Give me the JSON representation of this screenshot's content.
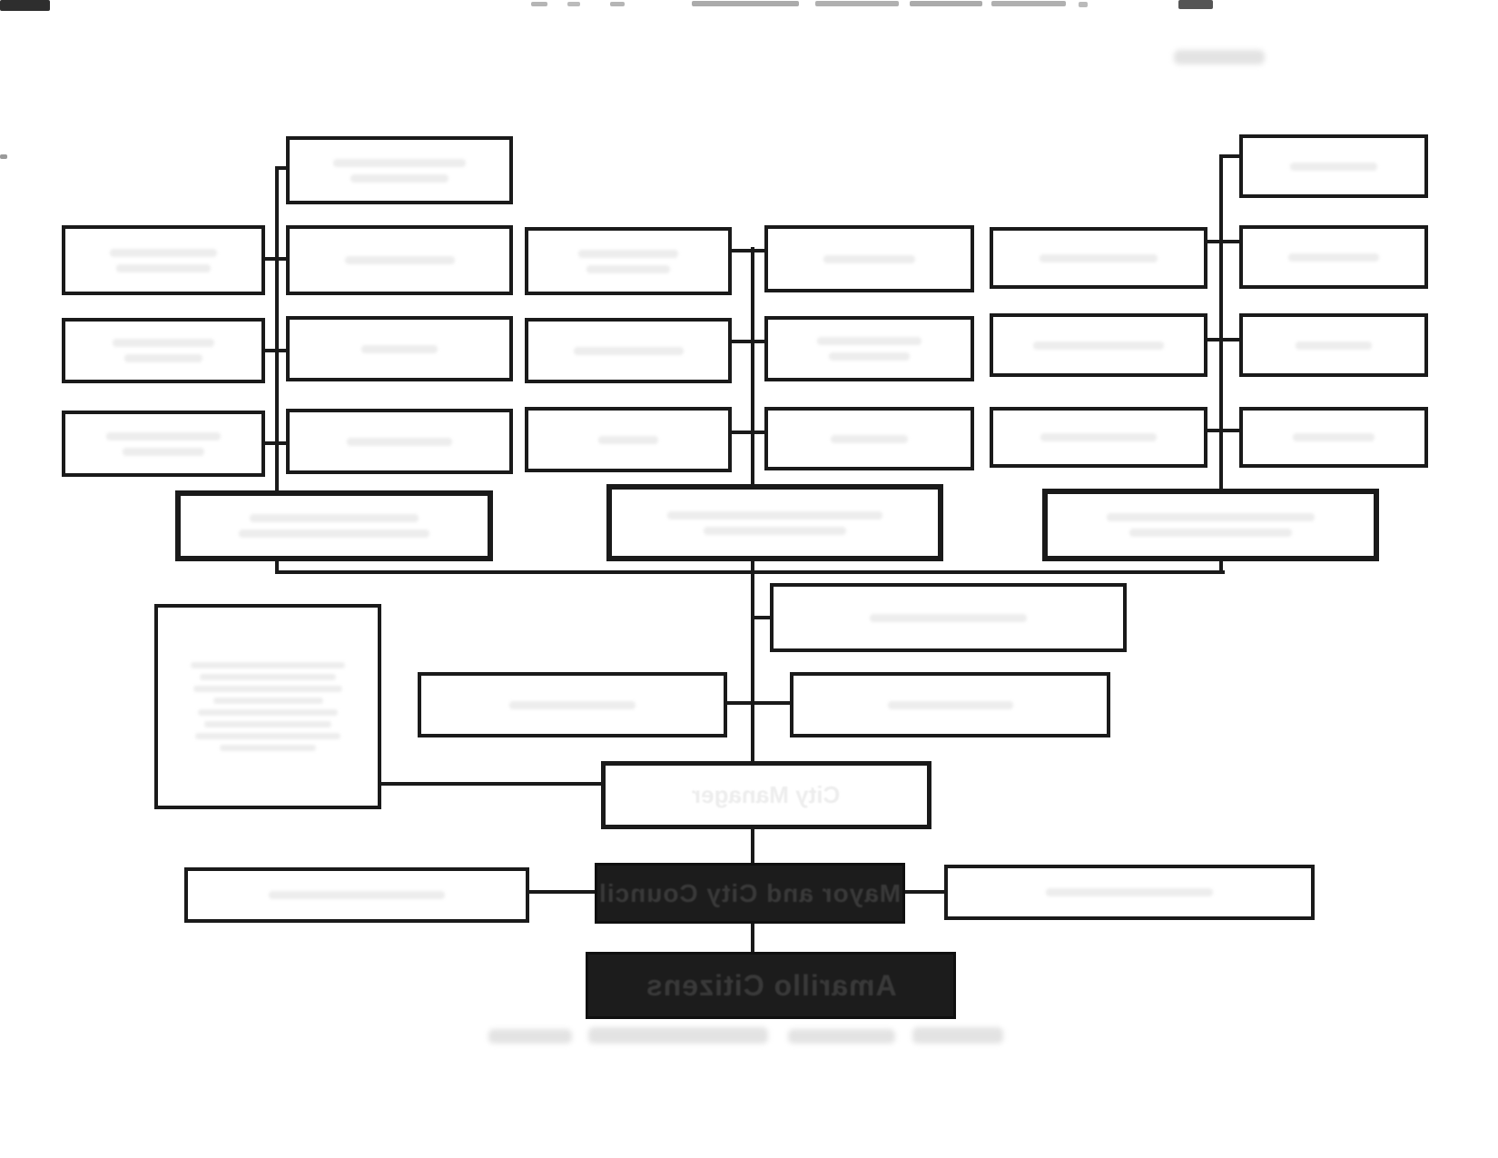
{
  "page": {
    "background_color": "#ffffff",
    "line_color": "#1a1a1a"
  },
  "labels": {
    "council": "Mayor and City Council",
    "citizens": "Amarillo Citizens",
    "city_manager": "City Manager"
  },
  "styles": {
    "filled_box_color": "#1c1c1c",
    "filled_box_text_color": "#3f3f3f",
    "ghost_text_color": "#ededed",
    "smudge_color": "#ededed"
  }
}
